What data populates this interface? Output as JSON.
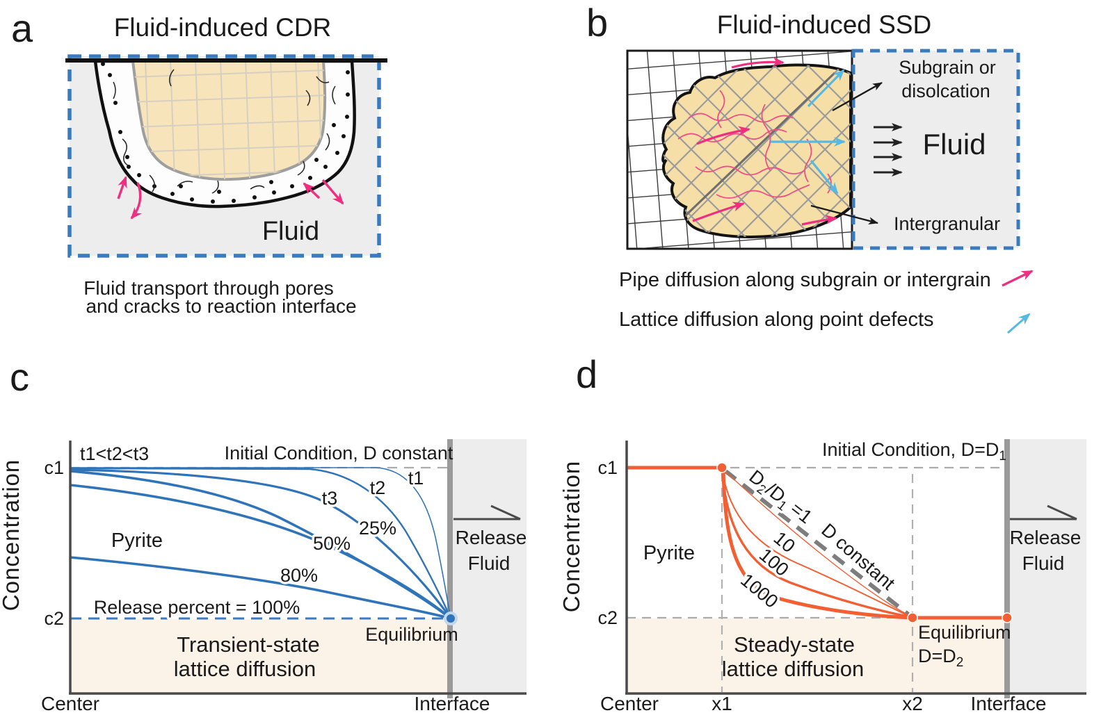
{
  "figure": {
    "description": "Four-panel schematic: fluid-induced CDR vs SSD reaction mechanisms with transient-state and steady-state lattice diffusion concentration profiles"
  },
  "colors": {
    "accent_blue": "#3a7abf",
    "curve_blue": "#2f74b9",
    "curve_orange": "#f15f33",
    "pink": "#ee2f7f",
    "cyan": "#56b9e4",
    "grain_beige_a": "#f8e4ba",
    "grain_beige_b": "#f6dfa6",
    "peach_region": "#fcf3e8",
    "fluid_gray": "#ededed",
    "axis_gray": "#4a4a4a",
    "dash_gray": "#a8a8a8"
  },
  "panel_a": {
    "letter": "a",
    "title": "Fluid-induced CDR",
    "fluid_label": "Fluid",
    "caption_line1": "Fluid transport through pores",
    "caption_line2": "and cracks to reaction interface"
  },
  "panel_b": {
    "letter": "b",
    "title": "Fluid-induced SSD",
    "fluid_label": "Fluid",
    "label_subgrain_line1": "Subgrain or",
    "label_subgrain_line2": "disolcation",
    "label_intergranular": "Intergranular",
    "legend_pipe": "Pipe diffusion along subgrain or intergrain",
    "legend_lattice": "Lattice diffusion along point defects"
  },
  "panel_c": {
    "letter": "c",
    "ylabel": "Concentration",
    "x_left": "Center",
    "x_right": "Interface",
    "c1": "c1",
    "c2": "c2",
    "time_order": "t1<t2<t3",
    "initial_condition": "Initial Condition, D constant",
    "labels": {
      "t1": "t1",
      "t2": "t2",
      "t3": "t3",
      "p25": "25%",
      "p50": "50%",
      "p80": "80%"
    },
    "release_percent": "Release percent = 100%",
    "mineral": "Pyrite",
    "equilibrium": "Equilibrium",
    "region_line1": "Transient-state",
    "region_line2": "lattice diffusion",
    "release_line1": "Release",
    "release_line2": "Fluid"
  },
  "panel_d": {
    "letter": "d",
    "ylabel": "Concentration",
    "x_left": "Center",
    "x1": "x1",
    "x2": "x2",
    "x_right": "Interface",
    "c1": "c1",
    "c2": "c2",
    "initial_condition_main": "Initial Condition, D=D",
    "initial_condition_sub": "1",
    "ratio": {
      "p1": "D",
      "s1": "2",
      "p2": "/D",
      "s2": "1",
      "p3": " =1"
    },
    "d_constant": "D constant",
    "curve_10": "10",
    "curve_100": "100",
    "curve_1000": "1000",
    "mineral": "Pyrite",
    "equilibrium_line1": "Equilibrium",
    "equilibrium_d_main": "D=D",
    "equilibrium_d_sub": "2",
    "region_line1": "Steady-state",
    "region_line2": "lattice diffusion",
    "release_line1": "Release",
    "release_line2": "Fluid"
  }
}
